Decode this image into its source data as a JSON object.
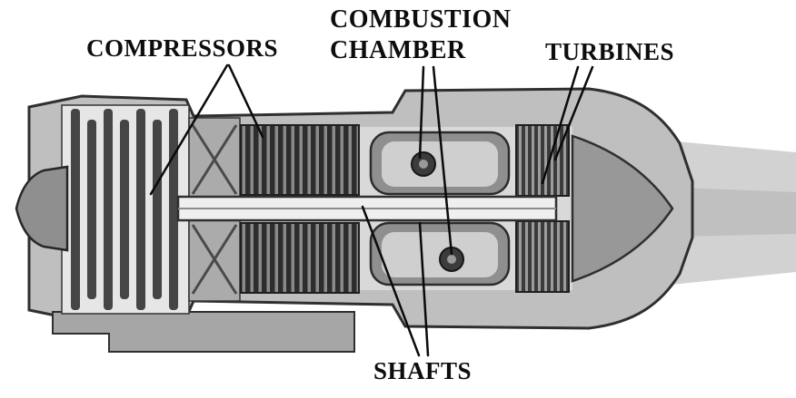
{
  "figure": {
    "labels": {
      "compressors": "COMPRESSORS",
      "combustion_line1": "COMBUSTION",
      "combustion_line2": "CHAMBER",
      "turbines": "TURBINES",
      "shafts": "SHAFTS"
    },
    "colors": {
      "background": "#ffffff",
      "ink": "#0d0d0d",
      "metal_light": "#e6e6e6",
      "metal_mid": "#bfbfbf",
      "metal_dark": "#2d2d2d",
      "plume": "#d2d2d2"
    }
  }
}
